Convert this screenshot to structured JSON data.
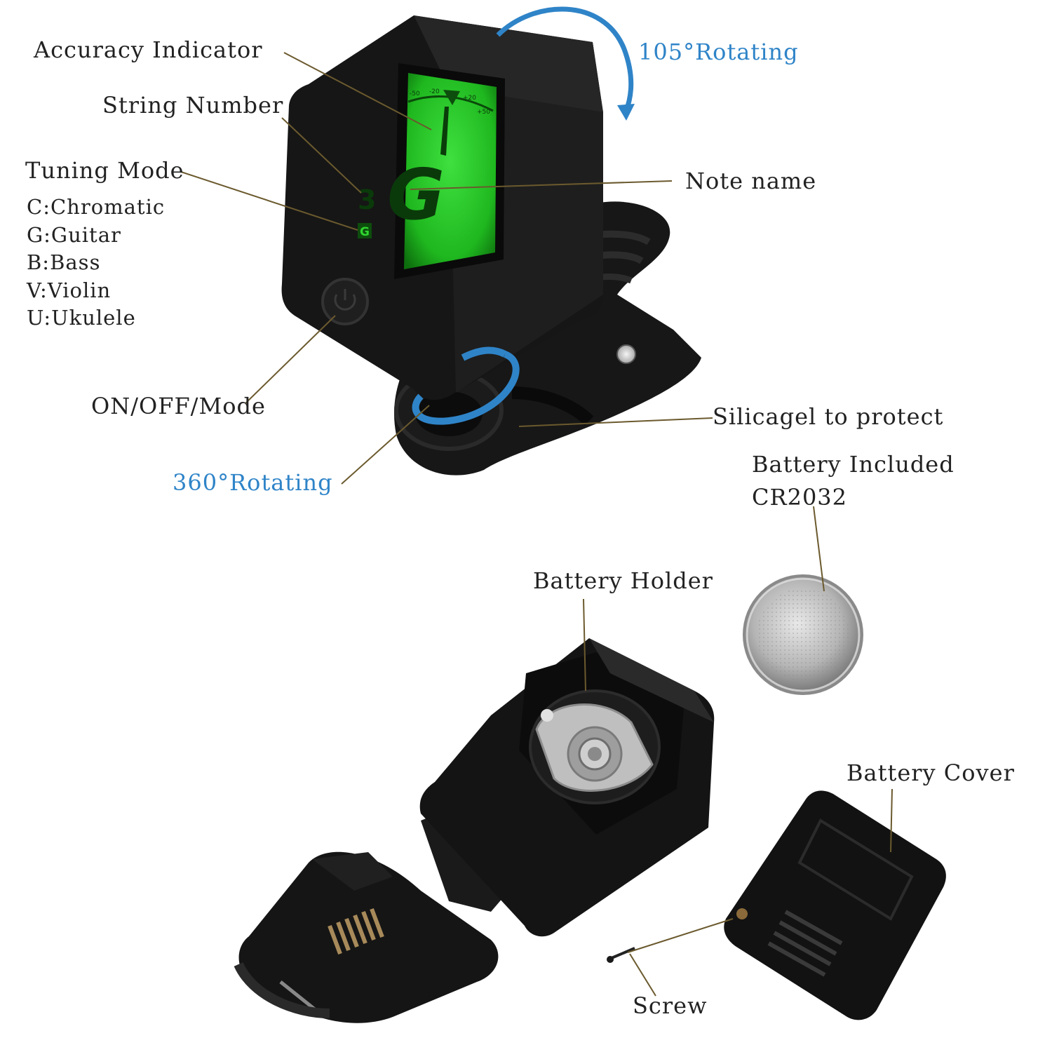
{
  "colors": {
    "accent_blue": "#2f84c8",
    "lcd_green": "#2fd52f",
    "leader": "#6b5a2e",
    "body_black": "#121212"
  },
  "lcd": {
    "note": "G",
    "string_number": "3",
    "mode_letter": "G",
    "scale": [
      "-50",
      "-20",
      "+20",
      "+50"
    ]
  },
  "labels": {
    "accuracy_indicator": "Accuracy Indicator",
    "string_number": "String Number",
    "tuning_mode": "Tuning Mode",
    "modes": [
      "C:Chromatic",
      "G:Guitar",
      "B:Bass",
      "V:Violin",
      "U:Ukulele"
    ],
    "rotating_105": "105°Rotating",
    "note_name": "Note name",
    "on_off_mode": "ON/OFF/Mode",
    "silicagel": "Silicagel to protect",
    "rotating_360": "360°Rotating",
    "battery_included": "Battery Included",
    "battery_model": "CR2032",
    "battery_holder": "Battery Holder",
    "battery_cover": "Battery Cover",
    "screw": "Screw"
  }
}
